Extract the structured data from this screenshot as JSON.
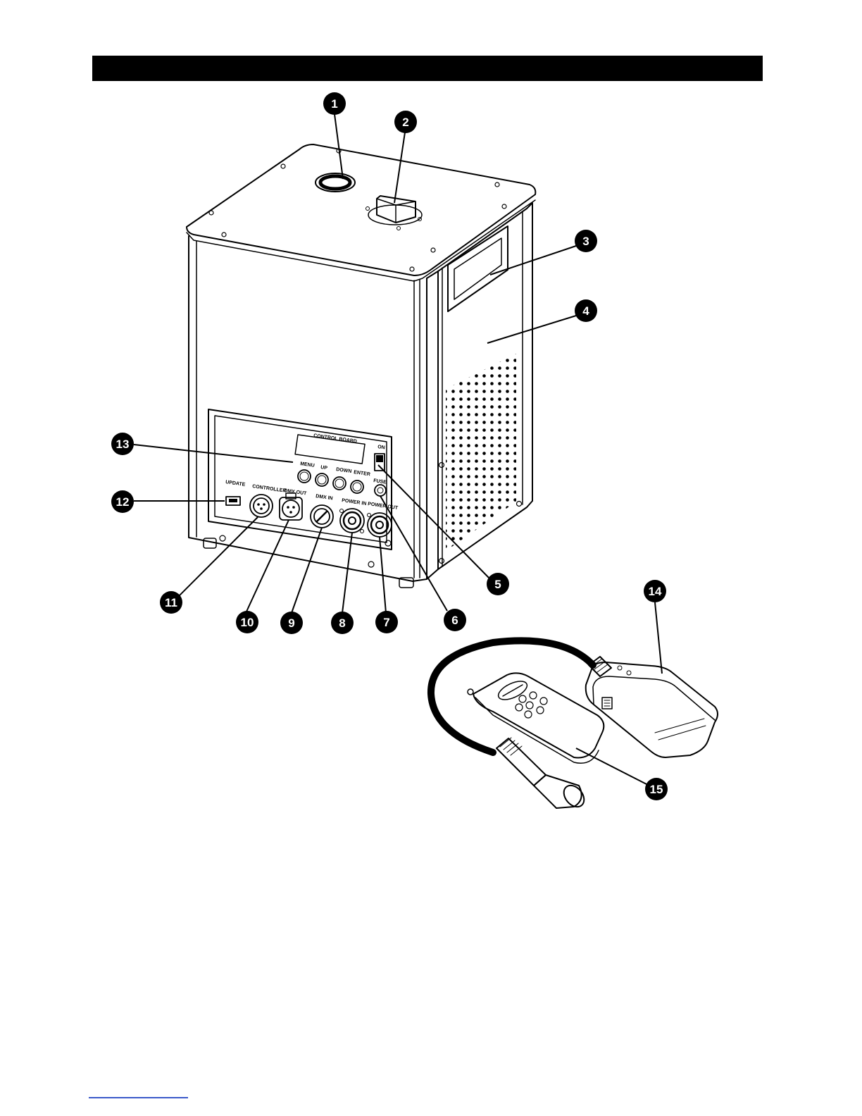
{
  "colors": {
    "header_bar": "#000000",
    "footnote_rule": "#3b59c9",
    "callout_fill": "#000000",
    "callout_text": "#ffffff"
  },
  "panel_labels": {
    "control_board": "CONTROL BOARD",
    "menu": "MENU",
    "up": "UP",
    "down": "DOWN",
    "enter": "ENTER",
    "update": "UPDATE",
    "controller": "CONTROLLER",
    "dmx_out": "DMX OUT",
    "dmx_in": "DMX IN",
    "power_in": "POWER IN",
    "power_out": "POWER OUT",
    "fuse": "FUSE",
    "on": "ON"
  },
  "callouts": [
    {
      "id": "1",
      "label": "1"
    },
    {
      "id": "2",
      "label": "2"
    },
    {
      "id": "3",
      "label": "3"
    },
    {
      "id": "4",
      "label": "4"
    },
    {
      "id": "5",
      "label": "5"
    },
    {
      "id": "6",
      "label": "6"
    },
    {
      "id": "7",
      "label": "7"
    },
    {
      "id": "8",
      "label": "8"
    },
    {
      "id": "9",
      "label": "9"
    },
    {
      "id": "10",
      "label": "10"
    },
    {
      "id": "11",
      "label": "11"
    },
    {
      "id": "12",
      "label": "12"
    },
    {
      "id": "13",
      "label": "13"
    },
    {
      "id": "14",
      "label": "14"
    },
    {
      "id": "15",
      "label": "15"
    }
  ]
}
